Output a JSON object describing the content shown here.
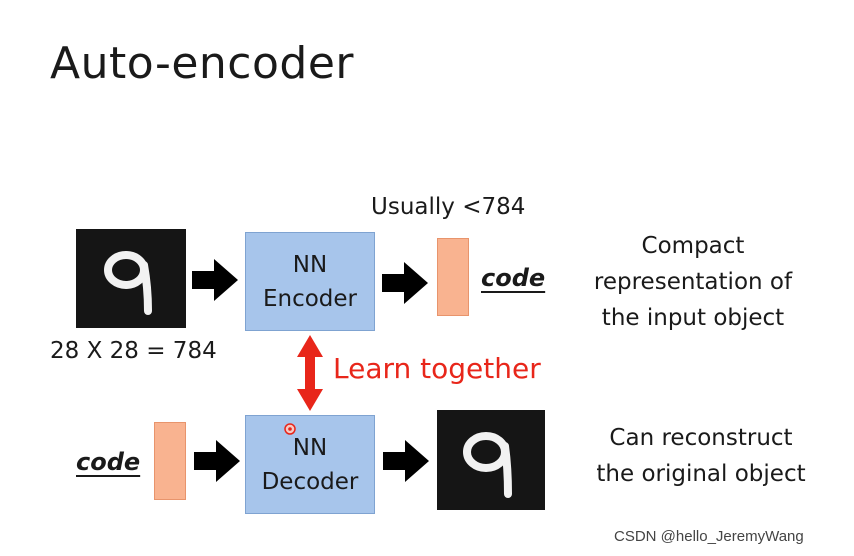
{
  "title": "Auto-encoder",
  "top_row": {
    "dim_label": "28 X 28 = 784",
    "usually_label": "Usually <784",
    "encoder_line1": "NN",
    "encoder_line2": "Encoder",
    "code_label": "code",
    "description": [
      "Compact",
      "representation of",
      "the input object"
    ]
  },
  "middle": {
    "learn_label": "Learn together"
  },
  "bottom_row": {
    "code_label": "code",
    "decoder_line1": "NN",
    "decoder_line2": "Decoder",
    "description": [
      "Can reconstruct",
      "the original object"
    ]
  },
  "watermark": "CSDN @hello_JeremyWang",
  "colors": {
    "nn_box": "#a7c5eb",
    "code_rect": "#f9b390",
    "learn_arrow": "#e8261a",
    "image_bg": "#151515"
  },
  "icons": [
    "digit-nine-image",
    "right-arrow-icon",
    "double-arrow-icon"
  ]
}
